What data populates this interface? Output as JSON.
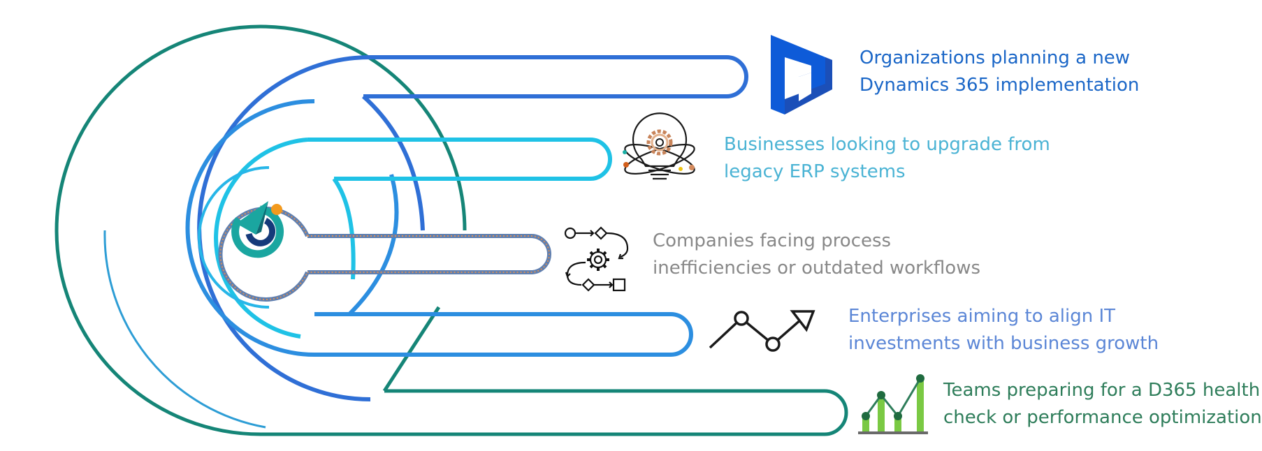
{
  "items": [
    {
      "id": "dynamics",
      "icon": "dynamics-365-logo-icon",
      "color": "#1a66c7",
      "line1": "Organizations planning a new",
      "line2": "Dynamics 365 implementation"
    },
    {
      "id": "upgrade",
      "icon": "lightbulb-gear-icon",
      "color": "#4ab3d4",
      "line1": "Businesses looking to upgrade from",
      "line2": "legacy ERP systems"
    },
    {
      "id": "process",
      "icon": "process-flow-gear-icon",
      "color": "#888888",
      "line1": "Companies facing process",
      "line2": "inefficiencies or outdated workflows"
    },
    {
      "id": "alignment",
      "icon": "trend-arrow-icon",
      "color": "#5b86d6",
      "line1": "Enterprises aiming to align IT",
      "line2": "investments with business growth"
    },
    {
      "id": "health",
      "icon": "bar-chart-growth-icon",
      "color": "#2e7d5a",
      "line1": "Teams preparing for a D365 health",
      "line2": "check or performance optimization"
    }
  ],
  "center_logo": "company-logo-icon",
  "colors": {
    "teal": "#158577",
    "blue": "#2f6fd6",
    "cyan": "#1fc2e6",
    "orange_dot": "#f39a1e",
    "logo_teal": "#1aa6a0",
    "logo_navy": "#153a7a",
    "green": "#7ac943"
  }
}
